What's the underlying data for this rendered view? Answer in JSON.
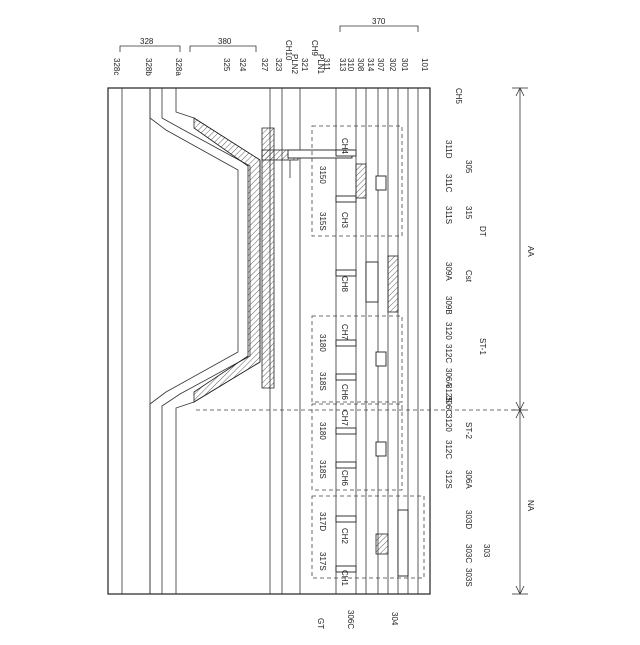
{
  "top_labels": [
    "328c",
    "328b",
    "328a",
    "325",
    "324",
    "327",
    "323",
    "CH10",
    "PLN2",
    "321",
    "CH9",
    "PLN1",
    "311",
    "313",
    "310",
    "308",
    "314",
    "307",
    "302",
    "301",
    "101"
  ],
  "brackets": {
    "b328": "328",
    "b380": "380",
    "b370": "370"
  },
  "inner_labels": [
    "CH5",
    "CH4",
    "3150",
    "315S",
    "CH3",
    "CH8",
    "3180",
    "CH7",
    "318S",
    "CH6",
    "3180",
    "CH7",
    "318S",
    "CH6",
    "317D",
    "CH2",
    "317S",
    "CH1"
  ],
  "right_labels": [
    "311D",
    "305",
    "311C",
    "311S",
    "315",
    "DT",
    "309A",
    "Cst",
    "309B",
    "3120",
    "312C",
    "306A",
    "312S",
    "ST-1",
    "3120",
    "312C",
    "ST-2",
    "312S",
    "306A",
    "306C",
    "303D",
    "303C",
    "303S",
    "303"
  ],
  "bottom_labels": [
    "GT",
    "306C",
    "304"
  ],
  "regions": {
    "aa": "AA",
    "na": "NA"
  }
}
